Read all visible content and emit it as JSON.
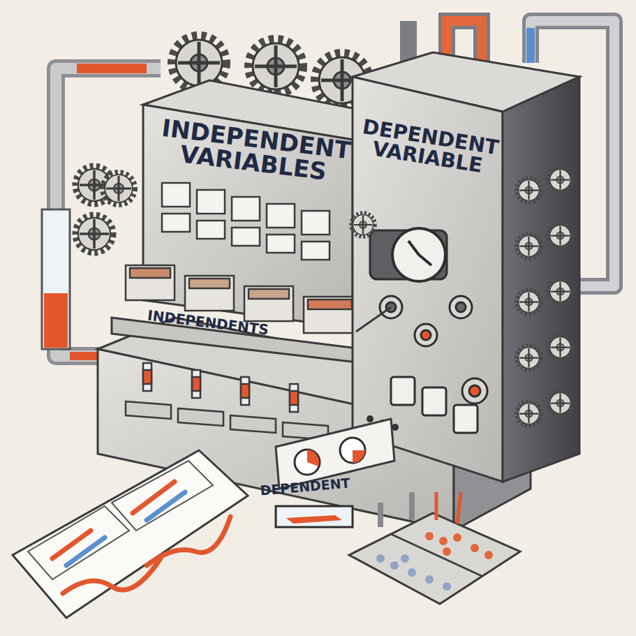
{
  "diagram": {
    "labels": [
      "INDEPENDENT VARIABLES",
      "DEPENDENT VARIABLE",
      "INDEPENDENTS",
      "DEPENDENT"
    ]
  }
}
